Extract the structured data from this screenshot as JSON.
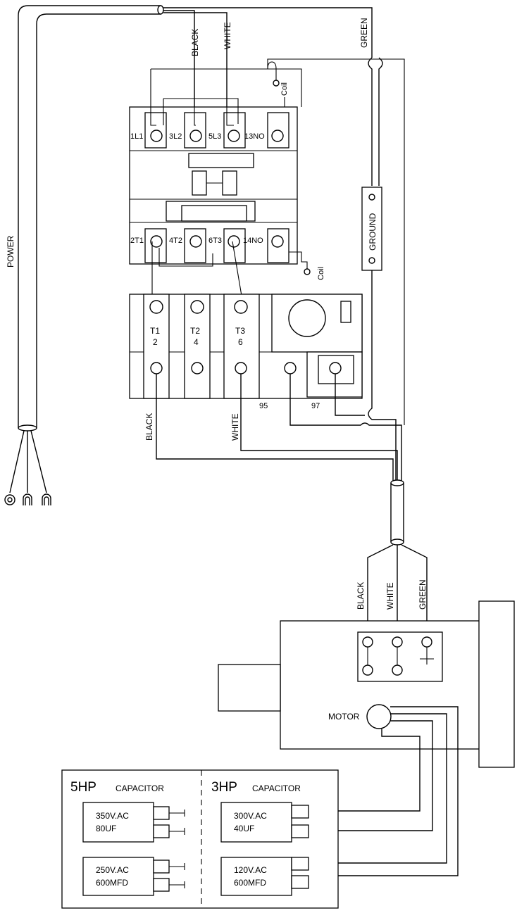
{
  "cable_labels": {
    "power": "POWER",
    "black_top": "BLACK",
    "white_top": "WHITE",
    "green_top": "GREEN",
    "black_mid": "BLACK",
    "white_mid": "WHITE",
    "black_motor": "BLACK",
    "white_motor": "WHITE",
    "green_motor": "GREEN"
  },
  "contactor": {
    "top_terminals": [
      "1L1",
      "3L2",
      "5L3",
      "13NO"
    ],
    "bottom_terminals": [
      "2T1",
      "4T2",
      "6T3",
      "14NO"
    ],
    "coil_top": "Coil",
    "coil_bottom": "Coil"
  },
  "overload": {
    "t1": [
      "T1",
      "2"
    ],
    "t2": [
      "T2",
      "4"
    ],
    "t3": [
      "T3",
      "6"
    ],
    "aux1": "95",
    "aux2": "97"
  },
  "ground_label": "GROUND",
  "motor_label": "MOTOR",
  "capacitors": {
    "left_hp": "5HP",
    "left_title": "CAPACITOR",
    "right_hp": "3HP",
    "right_title": "CAPACITOR",
    "left_top": [
      "350V.AC",
      "80UF"
    ],
    "left_bottom": [
      "250V.AC",
      "600MFD"
    ],
    "right_top": [
      "300V.AC",
      "40UF"
    ],
    "right_bottom": [
      "120V.AC",
      "600MFD"
    ]
  }
}
